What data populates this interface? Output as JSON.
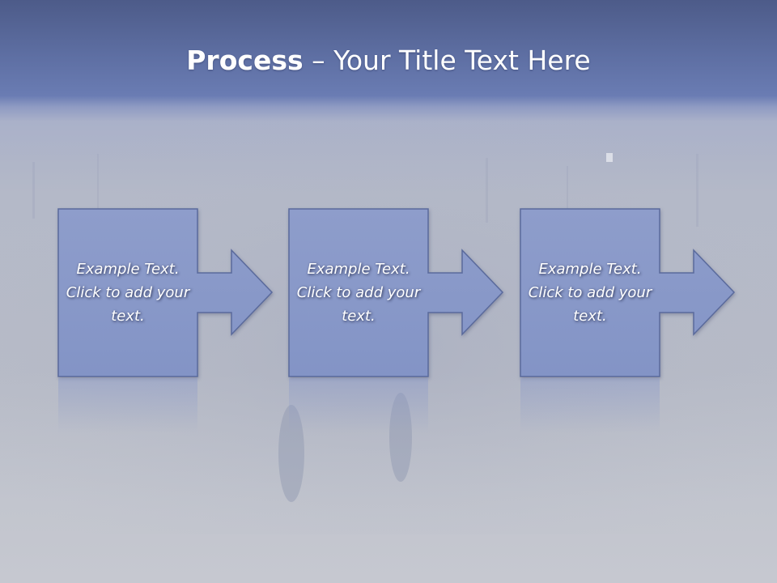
{
  "title": {
    "bold": "Process",
    "rest": " – Your Title Text Here"
  },
  "steps": [
    {
      "text": "Example Text. Click  to add your text."
    },
    {
      "text": "Example Text. Click  to add your text."
    },
    {
      "text": "Example Text. Click  to add your text."
    }
  ],
  "colors": {
    "header": "#5e6fa3",
    "box_fill": "#8a99c9",
    "box_stroke": "#5a6a9c",
    "text": "#ffffff"
  }
}
